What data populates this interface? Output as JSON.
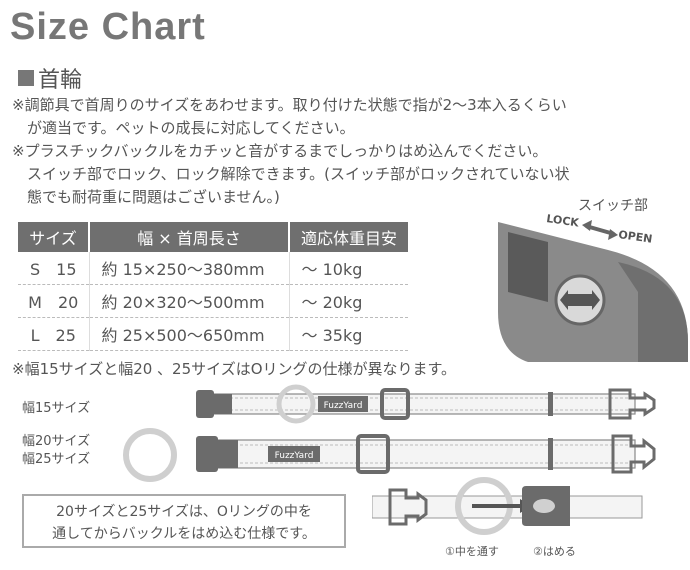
{
  "header": {
    "title": "Size Chart",
    "section": "首輪"
  },
  "notes": [
    "※調節具で首周りのサイズをあわせます。取り付けた状態で指が2〜3本入るくらい",
    "　が適当です。ペットの成長に対応してください。",
    "※プラスチックバックルをカチッと音がするまでしっかりはめ込んでください。",
    "　スイッチ部でロック、ロック解除できます。(スイッチ部がロックされていない状",
    "　態でも耐荷重に問題はございません。)"
  ],
  "table": {
    "headers": [
      "サイズ",
      "幅 × 首周長さ",
      "適応体重目安"
    ],
    "rows": [
      [
        "S　15",
        "約 15×250〜380mm",
        "〜 10kg"
      ],
      [
        "M　20",
        "約 20×320〜500mm",
        "〜 20kg"
      ],
      [
        "L　25",
        "約 25×500〜650mm",
        "〜 35kg"
      ]
    ]
  },
  "buckle": {
    "switch_label": "スイッチ部",
    "lock": "LOCK",
    "open": "OPEN"
  },
  "ring_note": "※幅15サイズと幅20 、25サイズはOリングの仕様が異なります。",
  "collars": {
    "label_15": "幅15サイズ",
    "label_20": "幅20サイズ",
    "label_25": "幅25サイズ",
    "brand": "FuzzYard"
  },
  "box_text": [
    "20サイズと25サイズは、Oリングの中を",
    "通してからバックルをはめ込む仕様です。"
  ],
  "steps": [
    "①中を通す",
    "②はめる"
  ],
  "colors": {
    "strap": "#f4f4f4",
    "hardware": "#6b6b6b",
    "ring": "#cfcfcf",
    "header": "#6f6f6f"
  }
}
